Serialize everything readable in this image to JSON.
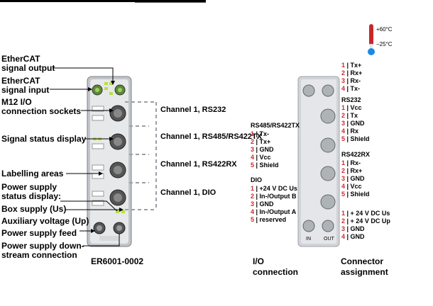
{
  "left_labels": [
    "EtherCAT",
    "signal output",
    "EtherCAT",
    "signal input",
    "M12 I/O",
    "connection sockets",
    "Signal status display",
    "Labelling areas",
    "Power supply",
    "status display:",
    "Box supply (Us)",
    "Auxiliary voltage (Up)",
    "Power supply feed",
    "Power supply down-",
    "stream connection"
  ],
  "channels": [
    "Channel 1, RS232",
    "Channel 1, RS485/RS422TX",
    "Channel 1, RS422RX",
    "Channel 1, DIO"
  ],
  "device_caption": "ER6001-0002",
  "io_caption": [
    "I/O",
    "connection"
  ],
  "connector_caption": [
    "Connector",
    "assignment"
  ],
  "temperature": {
    "high": "+60°C",
    "low": "−25°C"
  },
  "io_groups": [
    {
      "header": "RS485/RS422TX",
      "pins": [
        {
          "n": "1",
          "t": "Tx-"
        },
        {
          "n": "2",
          "t": "Tx+"
        },
        {
          "n": "3",
          "t": "GND"
        },
        {
          "n": "4",
          "t": "Vcc"
        },
        {
          "n": "5",
          "t": "Shield"
        }
      ]
    },
    {
      "header": "DIO",
      "pins": [
        {
          "n": "1",
          "t": "+24 V DC Us"
        },
        {
          "n": "2",
          "t": "In-/Output B"
        },
        {
          "n": "3",
          "t": "GND"
        },
        {
          "n": "4",
          "t": "In-/Output A"
        },
        {
          "n": "5",
          "t": "reserved"
        }
      ]
    }
  ],
  "conn_groups": [
    {
      "header": "",
      "pins": [
        {
          "n": "1",
          "t": "Tx+"
        },
        {
          "n": "2",
          "t": "Rx+"
        },
        {
          "n": "3",
          "t": "Rx-"
        },
        {
          "n": "4",
          "t": "Tx-"
        }
      ]
    },
    {
      "header": "RS232",
      "pins": [
        {
          "n": "1",
          "t": "Vcc"
        },
        {
          "n": "2",
          "t": "Tx"
        },
        {
          "n": "3",
          "t": "GND"
        },
        {
          "n": "4",
          "t": "Rx"
        },
        {
          "n": "5",
          "t": "Shield"
        }
      ]
    },
    {
      "header": "RS422RX",
      "pins": [
        {
          "n": "1",
          "t": "Rx-"
        },
        {
          "n": "2",
          "t": "Rx+"
        },
        {
          "n": "3",
          "t": "GND"
        },
        {
          "n": "4",
          "t": "Vcc"
        },
        {
          "n": "5",
          "t": "Shield"
        }
      ]
    },
    {
      "header": "",
      "pins": [
        {
          "n": "1",
          "t": "+ 24 V DC Us"
        },
        {
          "n": "2",
          "t": "+ 24 V DC Up"
        },
        {
          "n": "3",
          "t": "GND"
        },
        {
          "n": "4",
          "t": "GND"
        }
      ]
    }
  ],
  "module_labels": {
    "in": "IN",
    "out": "OUT"
  },
  "colors": {
    "pin_number": "#d0282e",
    "led": "#b6e23a",
    "housing": "#c9ccd0"
  }
}
